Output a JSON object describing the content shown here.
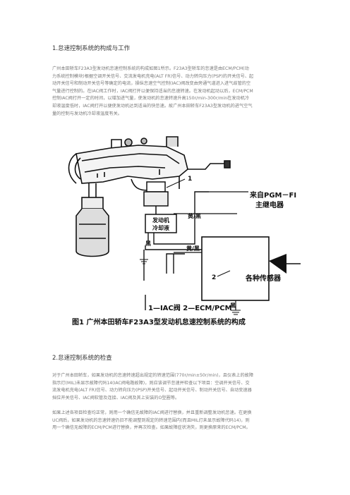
{
  "section1": {
    "title": "1.怠速控制系统的构成与工作",
    "lines": [
      "广州本田轿车F23A3型发动机怠速控制系统的构成如图1所示。F23A3型轿车的怠速是由ECM/PCM(动",
      "力系统控制模块)根据空调开关信号、交流发电机充电(ALT FR)信号、动力转向压力(PSP)的开关信号、起",
      "动开关信号和制动开关信号等确定的电流，操纵怠速空气控制(IAC)阀改变由旁通气道进入进气歧管的空",
      "气量进行控制的。在IAC阀工作时，IAC阀打开以便保持适当的怠速转速。在发动机起动以后，ECM/PCM",
      "控制IAC阀打开一定的时间，以增加进气量，使发动机的怠速转速升高150r/min-300r/min在发动机冷",
      "却液温度低时，IAC阀打开以便使发动机达到适当的快怠速。故广州本田轿车F23A3型发动机的进气空气",
      "量的控制与发动机冷却液温度有关。"
    ]
  },
  "figure": {
    "label_1": "1",
    "label_2": "2",
    "coolant_box": [
      "发动机",
      "冷却液"
    ],
    "from_relay": [
      "来自PGM－FI",
      "主继电器"
    ],
    "wire_yellow_black": "黄/黑",
    "wire_black": "黑",
    "sensors": "各种传感器",
    "legend": "1—IAC阀   2—ECM/PCM",
    "caption": "图1  广州本田轿车F23A3型发动机怠速控制系统的构成"
  },
  "section2": {
    "title": "2.怠速控制系统的检查",
    "lines": [
      "对于广州本田轿车，如果发动机的怠速转速超出规定的转速范围(770r/min±50r/min)，且仪表上的故障",
      "指示灯(MIL)未显示故障代码14(IAC阀电路故障)，则应该调节怠速并检查以下项目：空调开关信号、交",
      "流发电机充电(ALT FR)信号、动力转向压力(PSP)开关信号、起动开关信号、制动开关信号、自动变速器",
      "挡位开关信号、IAC阀软管及连接、IAC阀及其上安装的O型圈等。"
    ],
    "lines2": [
      "如果上述各项目检查均正常，则用一个确信无故障的IAC阀进行替换，并且重新调整发动机怠速。在更换",
      "UC阀后，如果发动机的怠速转速仍旧不能调整到规定的转速范围内(而且MIL灯未显示故障代码14)，则",
      "用一个确信无故障的ECM/PCM进行替换，并再次检查。如果故障症状消失，则更换原来的ECM/PCM。"
    ]
  }
}
